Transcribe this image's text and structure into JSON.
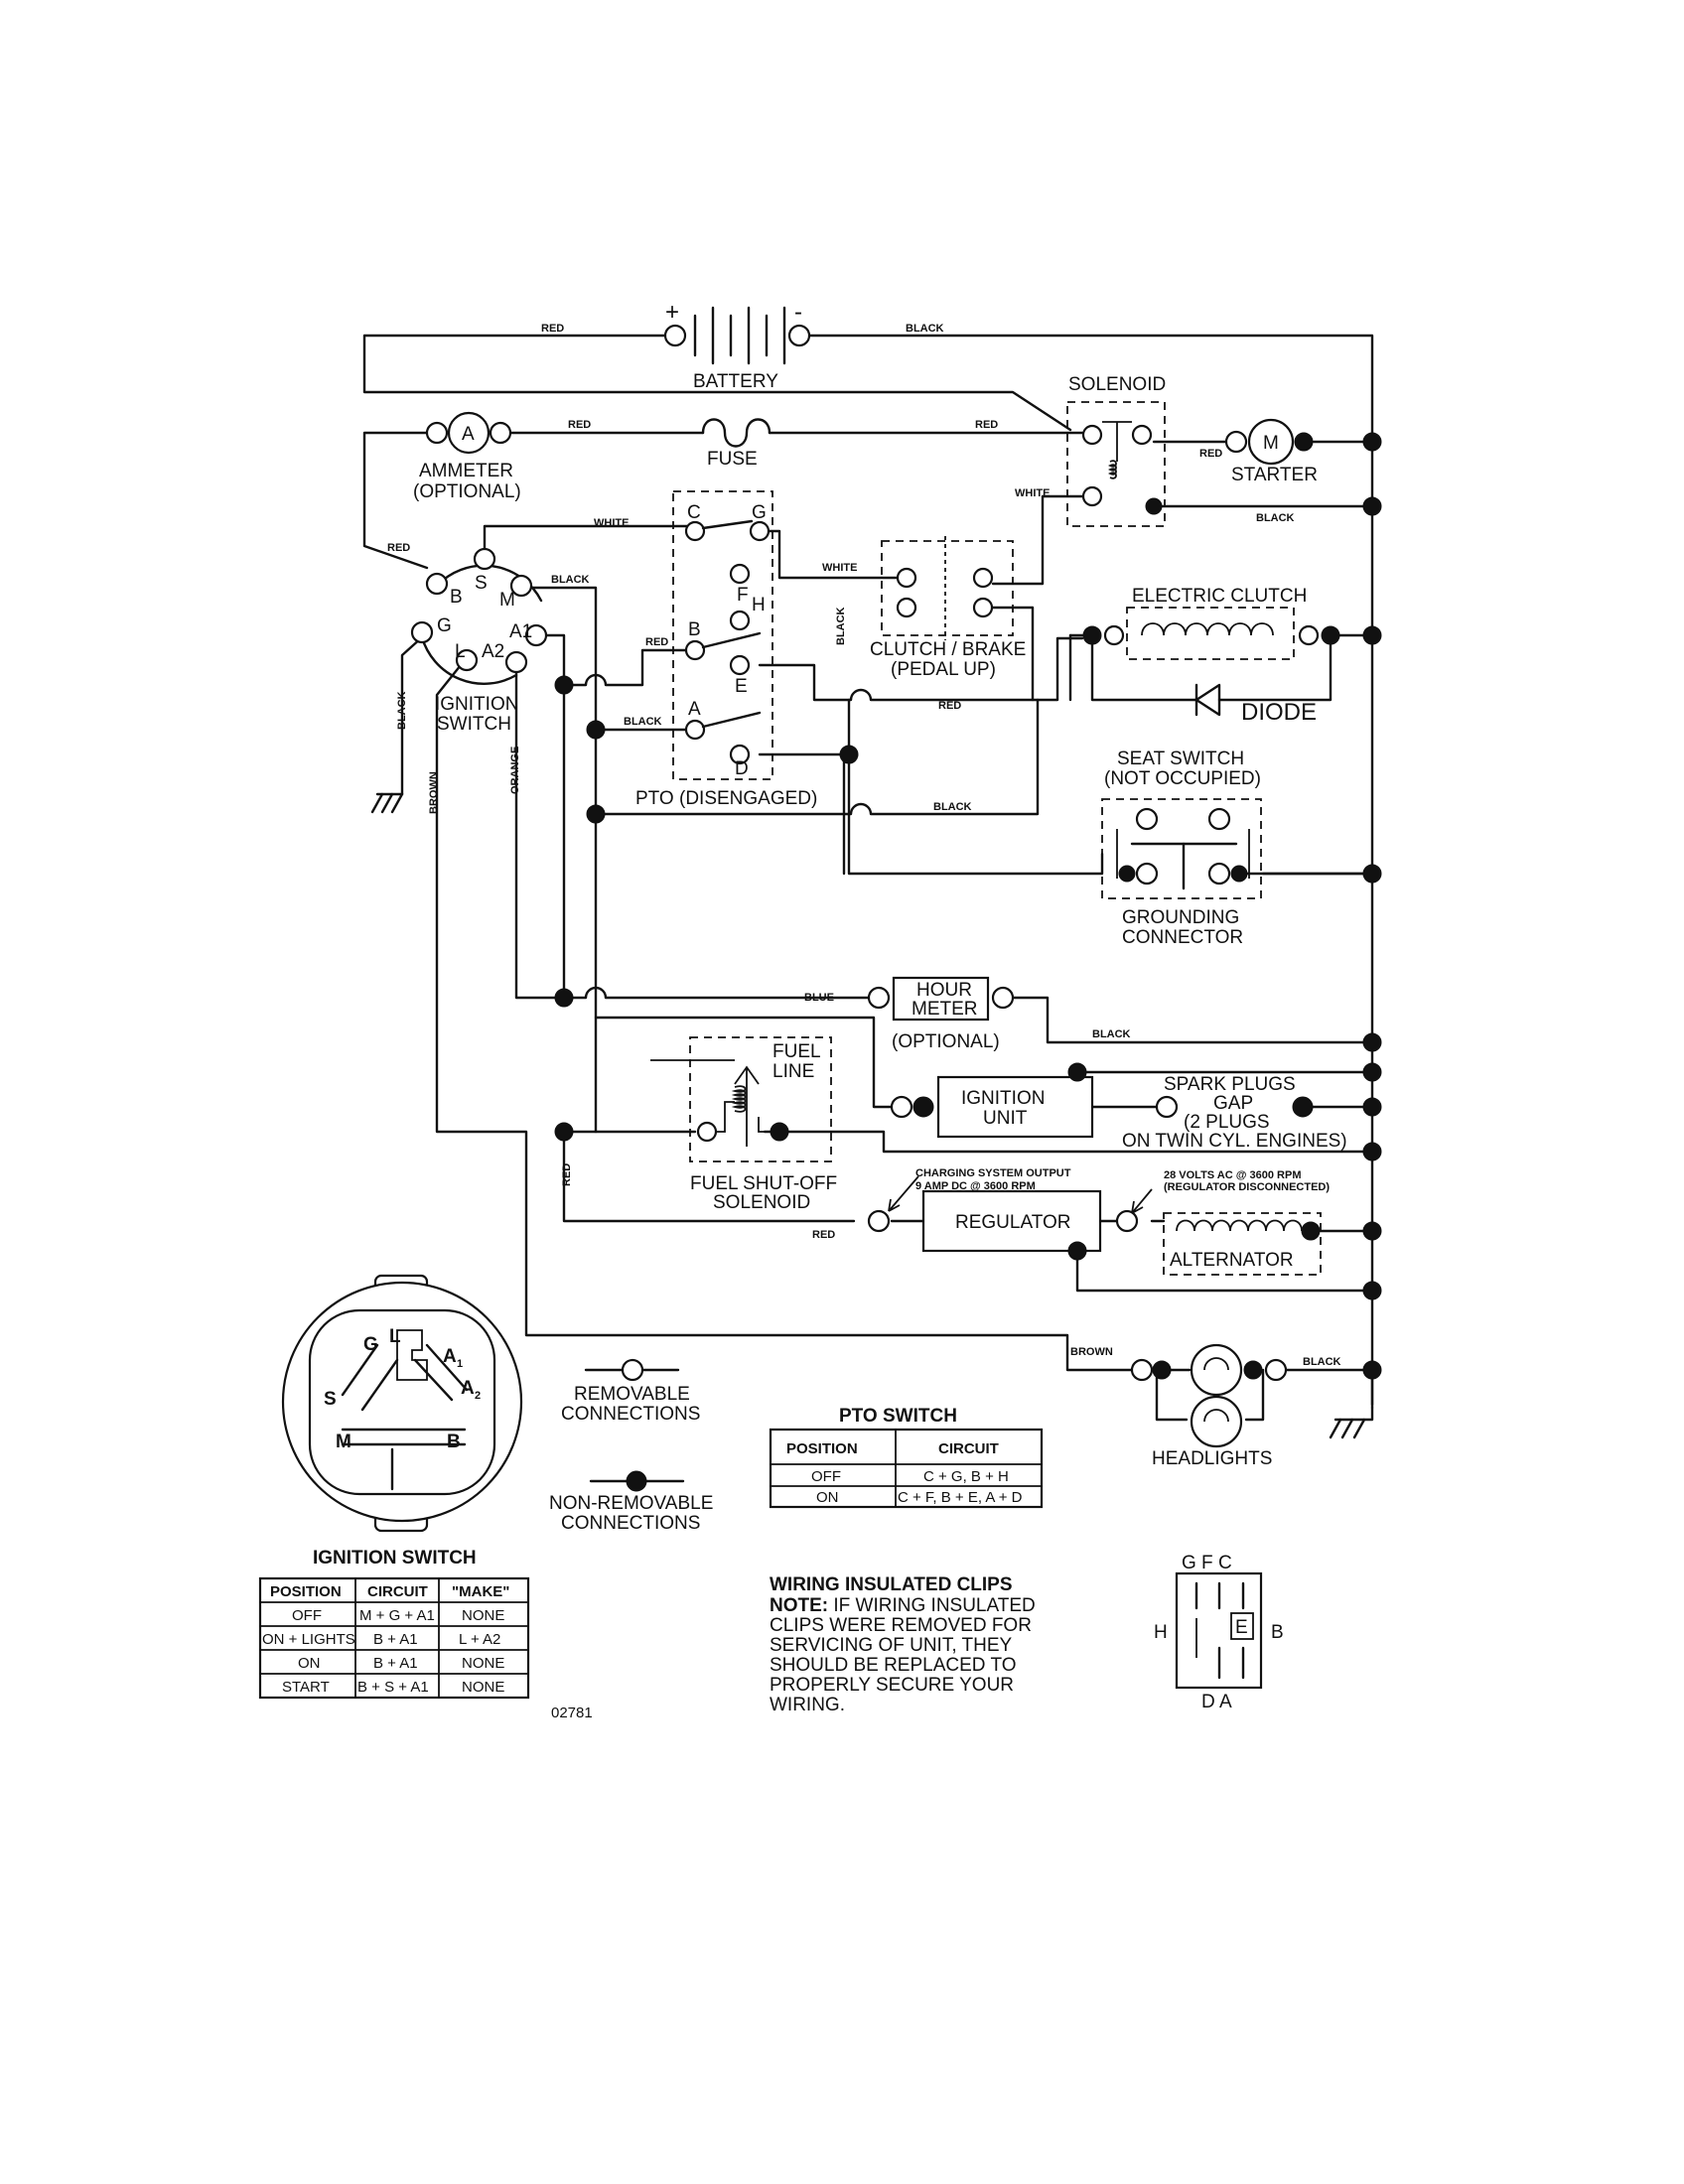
{
  "battery": {
    "label": "BATTERY",
    "plus": "+",
    "minus": "-"
  },
  "ammeter": {
    "symbol": "A",
    "label": "AMMETER",
    "optional": "(OPTIONAL)"
  },
  "fuse": {
    "label": "FUSE"
  },
  "solenoid": {
    "label": "SOLENOID"
  },
  "starter": {
    "symbol": "M",
    "label": "STARTER"
  },
  "ignition_switch": {
    "label_line1": "IGNITION",
    "label_line2": "SWITCH",
    "terminals": {
      "B": "B",
      "S": "S",
      "M": "M",
      "G": "G",
      "L": "L",
      "A1": "A1",
      "A2": "A2"
    }
  },
  "pto": {
    "label": "PTO (DISENGAGED)",
    "terminals": {
      "A": "A",
      "B": "B",
      "C": "C",
      "D": "D",
      "E": "E",
      "F": "F",
      "G": "G",
      "H": "H"
    }
  },
  "clutch_brake": {
    "line1": "CLUTCH / BRAKE",
    "line2": "(PEDAL UP)"
  },
  "electric_clutch": {
    "label": "ELECTRIC CLUTCH"
  },
  "diode": {
    "label": "DIODE"
  },
  "seat_switch": {
    "line1": "SEAT SWITCH",
    "line2": "(NOT OCCUPIED)",
    "grounding_line1": "GROUNDING",
    "grounding_line2": "CONNECTOR"
  },
  "hour_meter": {
    "line1": "HOUR",
    "line2": "METER",
    "optional": "(OPTIONAL)"
  },
  "fuel_solenoid": {
    "fuel_line1": "FUEL",
    "fuel_line2": "LINE",
    "label_line1": "FUEL SHUT-OFF",
    "label_line2": "SOLENOID"
  },
  "ignition_unit": {
    "line1": "IGNITION",
    "line2": "UNIT"
  },
  "spark_plugs": {
    "line1": "SPARK PLUGS",
    "line2": "GAP",
    "line3": "(2 PLUGS",
    "line4": "ON TWIN CYL. ENGINES)"
  },
  "regulator": {
    "label": "REGULATOR"
  },
  "alternator": {
    "label": "ALTERNATOR"
  },
  "charging_note": {
    "line1": "CHARGING SYSTEM OUTPUT",
    "line2": "9 AMP DC @ 3600 RPM"
  },
  "volts_note": {
    "line1": "28 VOLTS AC @ 3600 RPM",
    "line2": "(REGULATOR DISCONNECTED)"
  },
  "headlights": {
    "label": "HEADLIGHTS"
  },
  "wires": {
    "red": "RED",
    "black": "BLACK",
    "white": "WHITE",
    "blue": "BLUE",
    "brown": "BROWN",
    "orange": "ORANGE"
  },
  "legend": {
    "removable_line1": "REMOVABLE",
    "removable_line2": "CONNECTIONS",
    "nonremovable_line1": "NON-REMOVABLE",
    "nonremovable_line2": "CONNECTIONS"
  },
  "ignition_face": {
    "G": "G",
    "L": "L",
    "A1": "A",
    "A1_sub": "1",
    "A2": "A",
    "A2_sub": "2",
    "S": "S",
    "M": "M",
    "B": "B"
  },
  "ignition_table": {
    "title": "IGNITION SWITCH",
    "headers": [
      "POSITION",
      "CIRCUIT",
      "\"MAKE\""
    ],
    "rows": [
      [
        "OFF",
        "M + G + A1",
        "NONE"
      ],
      [
        "ON + LIGHTS",
        "B + A1",
        "L + A2"
      ],
      [
        "ON",
        "B + A1",
        "NONE"
      ],
      [
        "START",
        "B + S + A1",
        "NONE"
      ]
    ]
  },
  "pto_table": {
    "title": "PTO SWITCH",
    "headers": [
      "POSITION",
      "CIRCUIT"
    ],
    "rows": [
      [
        "OFF",
        "C + G, B + H"
      ],
      [
        "ON",
        "C + F, B + E, A + D"
      ]
    ]
  },
  "part_number": "02781",
  "clips_note": {
    "title": "WIRING INSULATED CLIPS",
    "note_bold": "NOTE:",
    "line1": " IF WIRING INSULATED",
    "line2": "CLIPS WERE REMOVED FOR",
    "line3": "SERVICING OF UNIT, THEY",
    "line4": "SHOULD BE REPLACED TO",
    "line5": "PROPERLY SECURE YOUR",
    "line6": "WIRING."
  },
  "pto_face": {
    "top": "G F C",
    "H": "H",
    "E": "E",
    "B": "B",
    "bottom": "D A"
  }
}
